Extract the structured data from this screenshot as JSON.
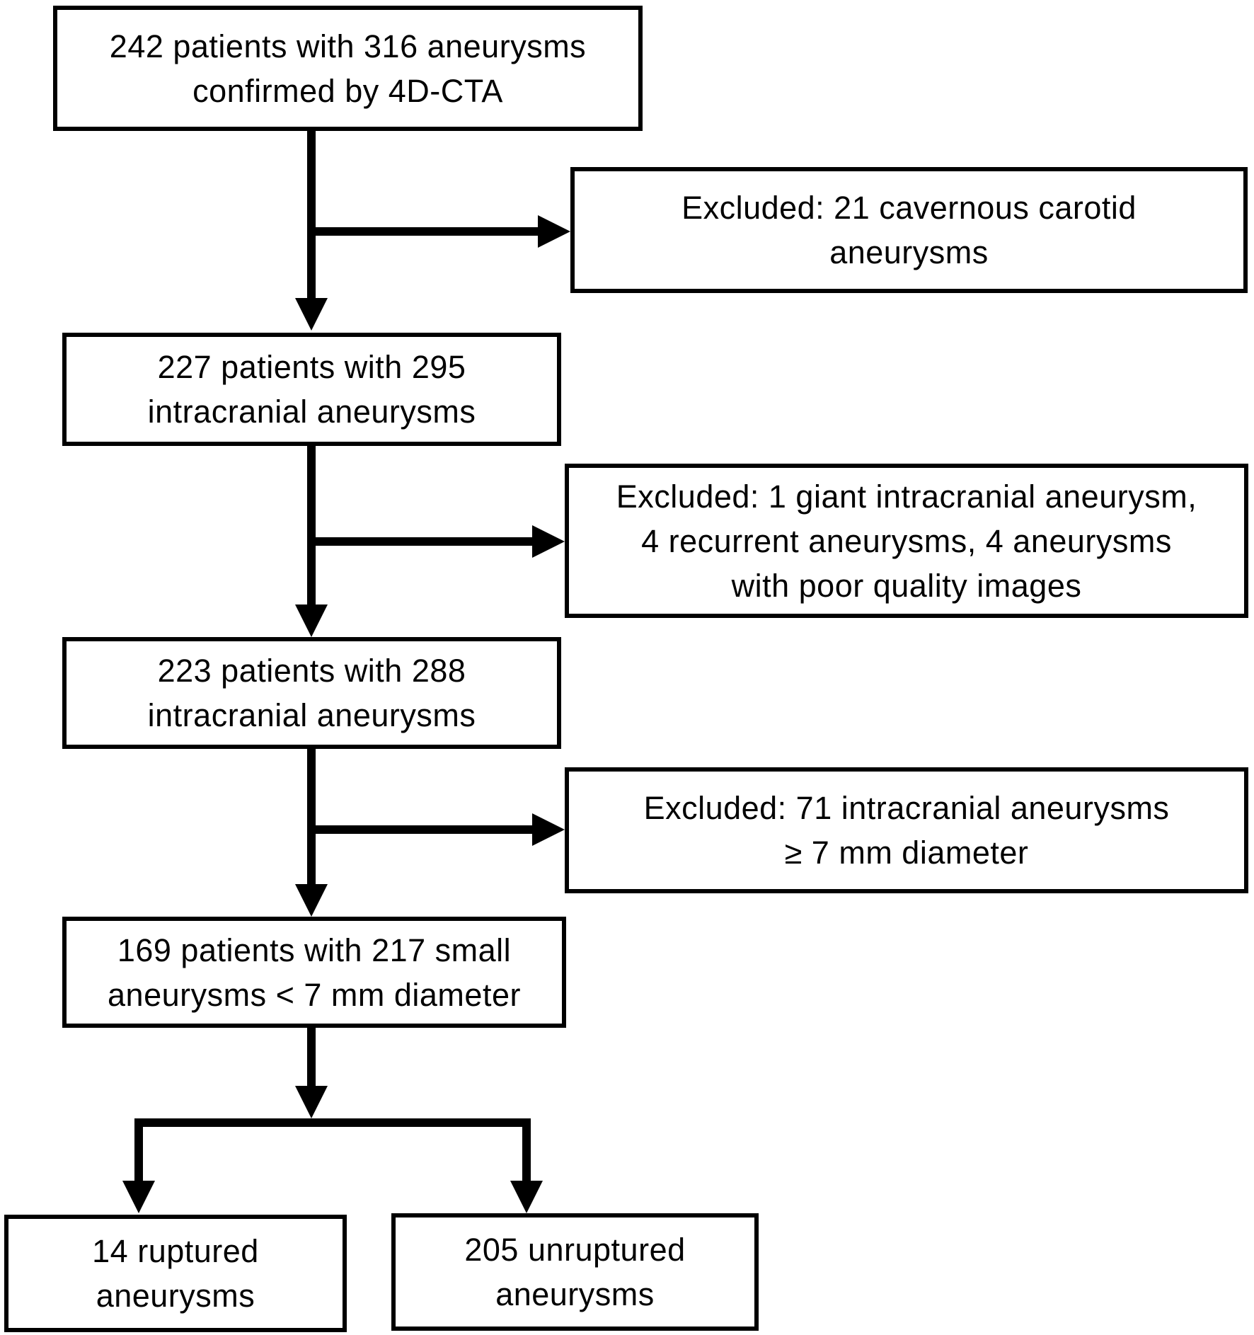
{
  "figure": {
    "type": "flowchart",
    "background_color": "#ffffff",
    "line_color": "#000000",
    "text_color": "#000000",
    "nodes": {
      "enrolled": {
        "lines": [
          "242 patients with 316 aneurysms",
          "confirmed by 4D-CTA"
        ]
      },
      "excluded_cavernous": {
        "lines": [
          "Excluded: 21 cavernous carotid",
          "aneurysms"
        ]
      },
      "intracranial_295": {
        "lines": [
          "227 patients with 295",
          "intracranial aneurysms"
        ]
      },
      "excluded_giant_recurrent_poor": {
        "lines": [
          "Excluded: 1 giant intracranial aneurysm,",
          "4 recurrent aneurysms, 4 aneurysms",
          "with poor quality images"
        ]
      },
      "intracranial_288": {
        "lines": [
          "223 patients with 288",
          "intracranial aneurysms"
        ]
      },
      "excluded_large": {
        "lines": [
          "Excluded: 71 intracranial aneurysms",
          "≥ 7 mm diameter"
        ]
      },
      "small_aneurysms": {
        "lines": [
          "169 patients with 217 small",
          "aneurysms < 7 mm diameter"
        ]
      },
      "ruptured": {
        "lines": [
          "14 ruptured",
          "aneurysms"
        ]
      },
      "unruptured": {
        "lines": [
          "205 unruptured",
          "aneurysms"
        ]
      }
    }
  }
}
